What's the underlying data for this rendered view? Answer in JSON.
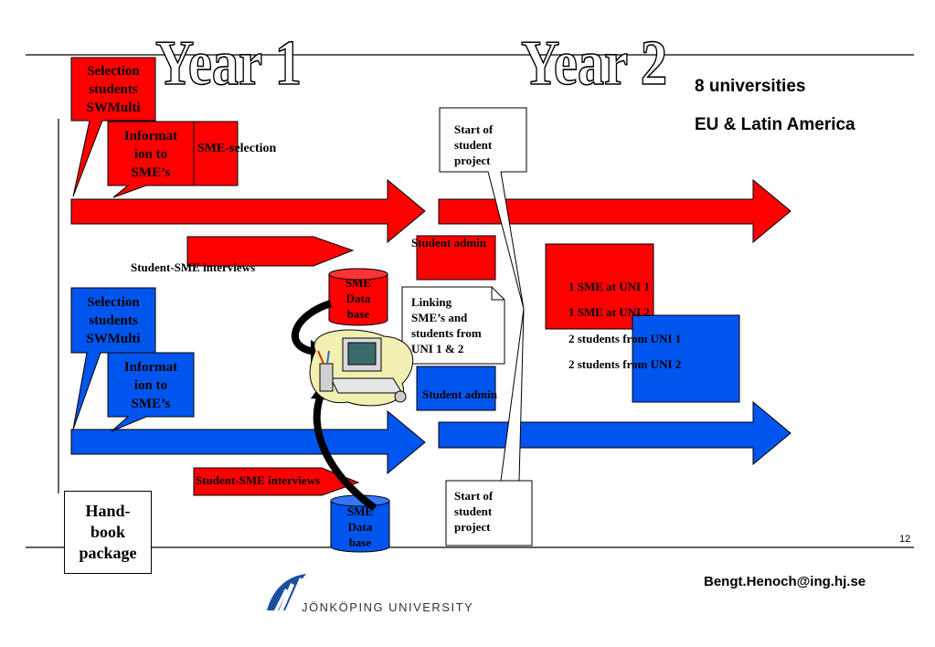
{
  "colors": {
    "red": "#ff0000",
    "blue": "#0055ee",
    "black": "#000000",
    "white": "#ffffff"
  },
  "year_labels": [
    "Year 1",
    "Year 2"
  ],
  "info": {
    "universities": "8 universities",
    "region": "EU & Latin America"
  },
  "red_track": {
    "selection": "Selection\nstudents\nSWMulti",
    "information": "Informat\nion to\nSME’s",
    "sme_selection": "SME-selection",
    "interviews": "Student-SME interviews",
    "admin": "Student admin"
  },
  "blue_track": {
    "selection": "Selection\nstudents\nSWMulti",
    "information": "Informat\nion to\nSME’s",
    "interviews": "Student-SME interviews",
    "admin": "Student admin"
  },
  "callouts": {
    "start_top": "Start of\nstudent\nproject",
    "start_bottom": "Start of\nstudent\nproject",
    "linking": "Linking\nSME’s and\nstudents from\nUNI 1 & 2"
  },
  "databases": {
    "top": "SME\nData\nbase",
    "bottom": "SME\nData\nbase"
  },
  "matching": [
    "1 SME at UNI 1",
    "1 SME at UNI 2",
    "2 students from UNI 1",
    "2 students from UNI 2"
  ],
  "handbook": "Hand-\nbook\npackage",
  "page_number": "12",
  "email": "Bengt.Henoch@ing.hj.se",
  "university": "JÖNKÖPING UNIVERSITY",
  "icons": [
    "computer-icon",
    "university-logo-icon"
  ]
}
